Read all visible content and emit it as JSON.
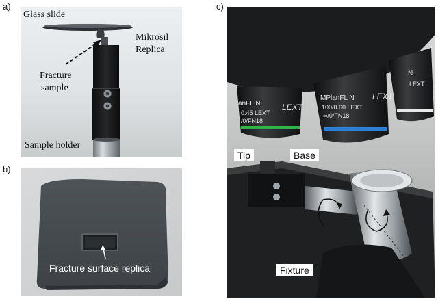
{
  "panels": {
    "a": {
      "letter": "a)",
      "labels": {
        "glass_slide": "Glass slide",
        "mikrosil": "Mikrosil",
        "replica": "Replica",
        "fracture": "Fracture",
        "sample": "sample",
        "sample_holder": "Sample holder"
      }
    },
    "b": {
      "letter": "b)",
      "labels": {
        "fracture_surface_replica": "Fracture surface replica"
      }
    },
    "c": {
      "letter": "c)",
      "labels": {
        "tip": "Tip",
        "base": "Base",
        "fixture": "Fixture"
      },
      "lens_text": [
        "anFL N",
        "0.45 LEXT",
        "/0/FN18",
        "LEXT",
        "MPlanFL N",
        "100/0.60 LEXT",
        "∞/0/FN18",
        "LEXT",
        "N",
        "LEXT"
      ]
    }
  }
}
